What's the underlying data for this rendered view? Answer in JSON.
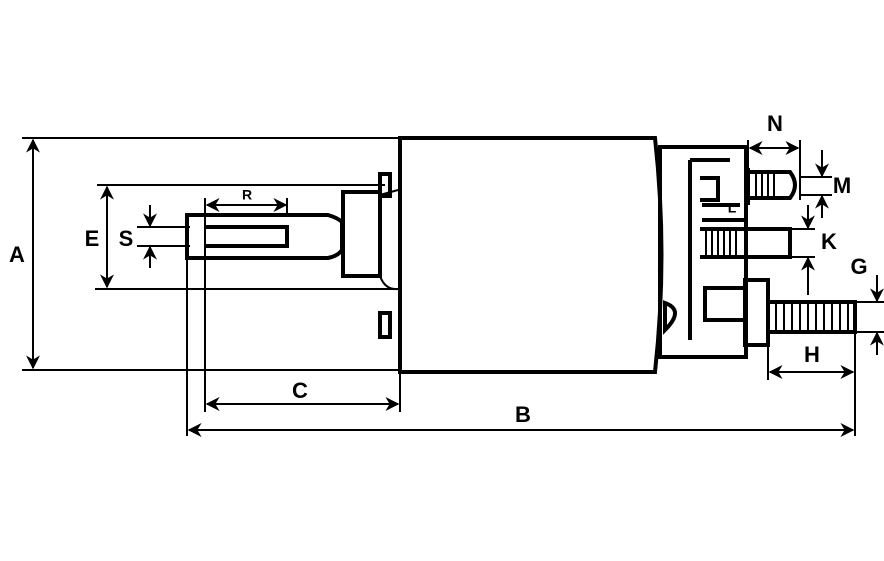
{
  "diagram": {
    "labels": {
      "A": "A",
      "B": "B",
      "C": "C",
      "E": "E",
      "S": "S",
      "R": "R",
      "N": "N",
      "M": "M",
      "L": "L",
      "K": "K",
      "G": "G",
      "H": "H"
    }
  }
}
